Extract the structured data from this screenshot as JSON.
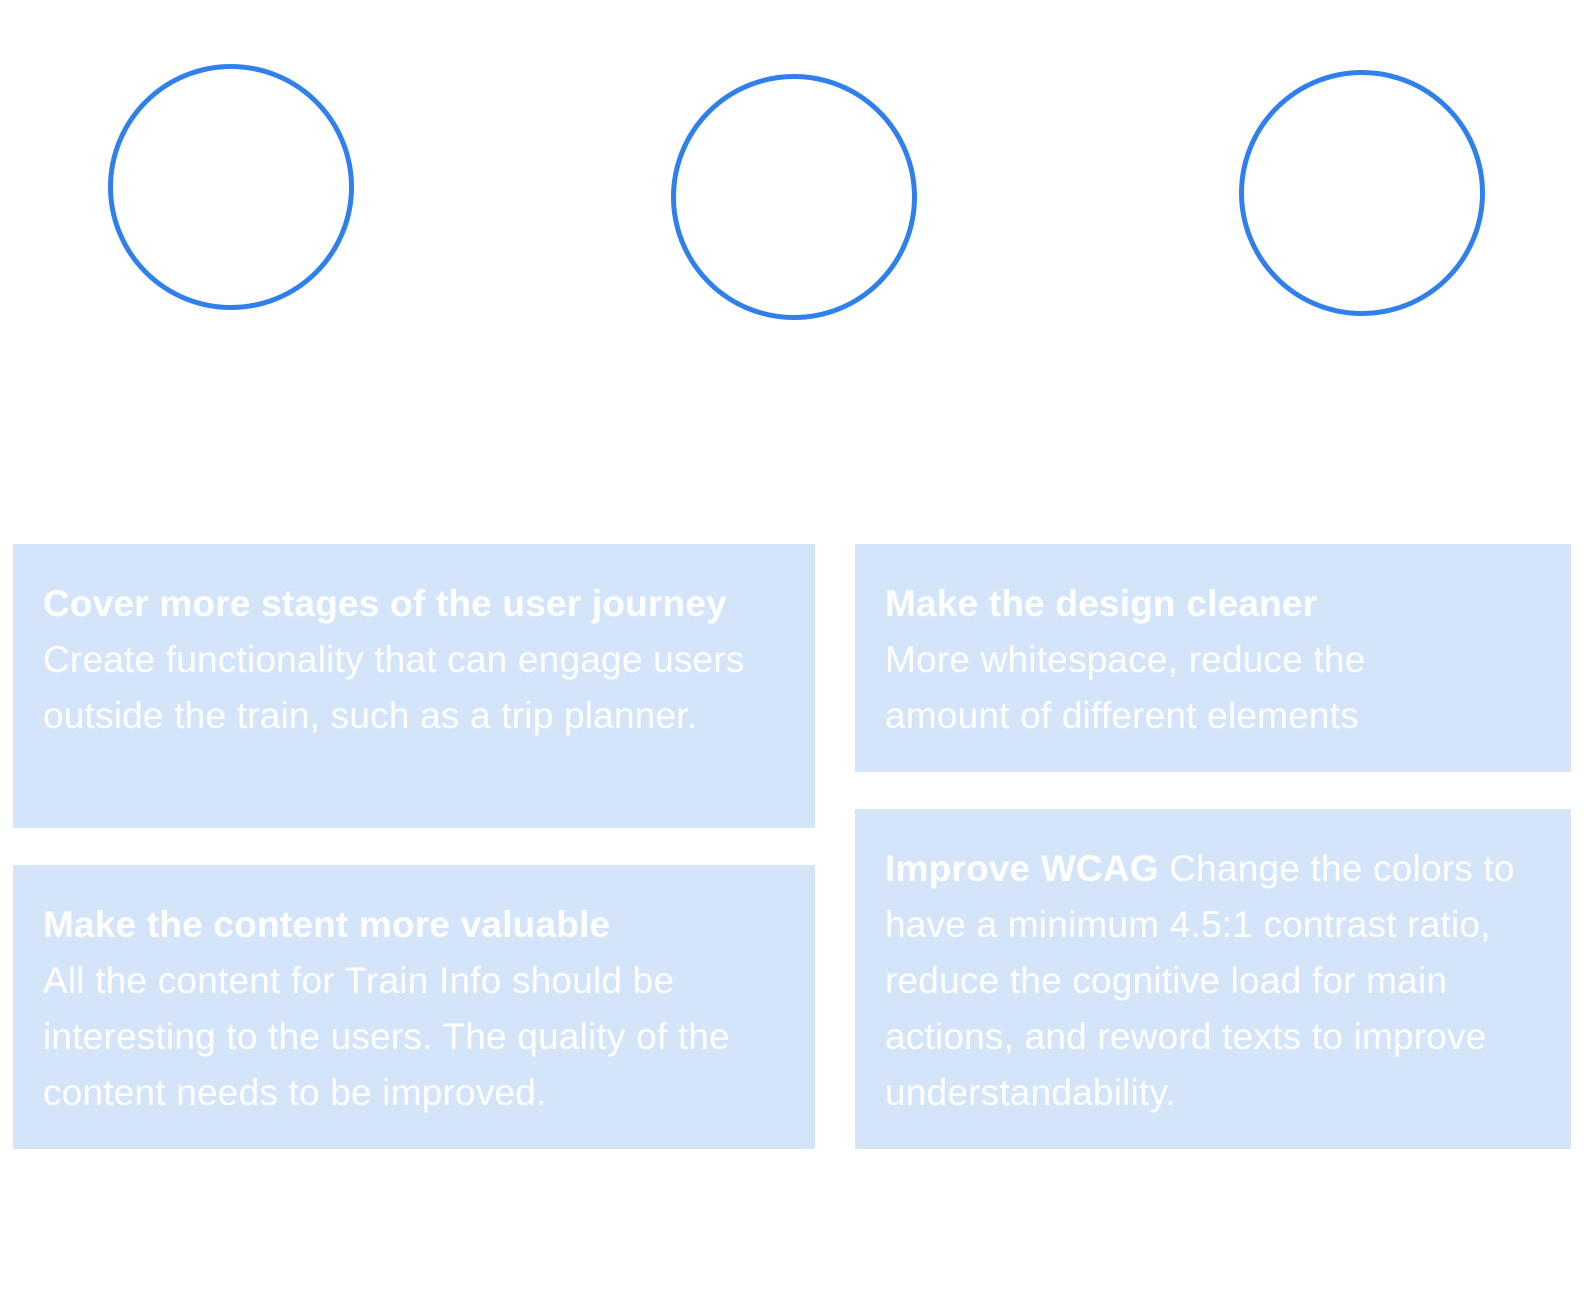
{
  "accent_color": "#2f80ed",
  "card_color": "#d5e5f9",
  "text_color": "#ffffff",
  "cards": [
    {
      "title": "Cover more stages of the user journey",
      "body": "Create functionality that can engage users outside the train, such as a trip planner."
    },
    {
      "title": "Make the content more valuable",
      "body": "All the content for Train Info should be interesting to the users. The quality of the content needs to be improved."
    },
    {
      "title": "Make the design cleaner",
      "body": "More whitespace, reduce the amount of different elements"
    },
    {
      "title": "Improve WCAG",
      "body": "Change the colors to have a minimum 4.5:1 contrast ratio, reduce the cognitive load for main actions, and reword texts to improve understandability."
    }
  ]
}
